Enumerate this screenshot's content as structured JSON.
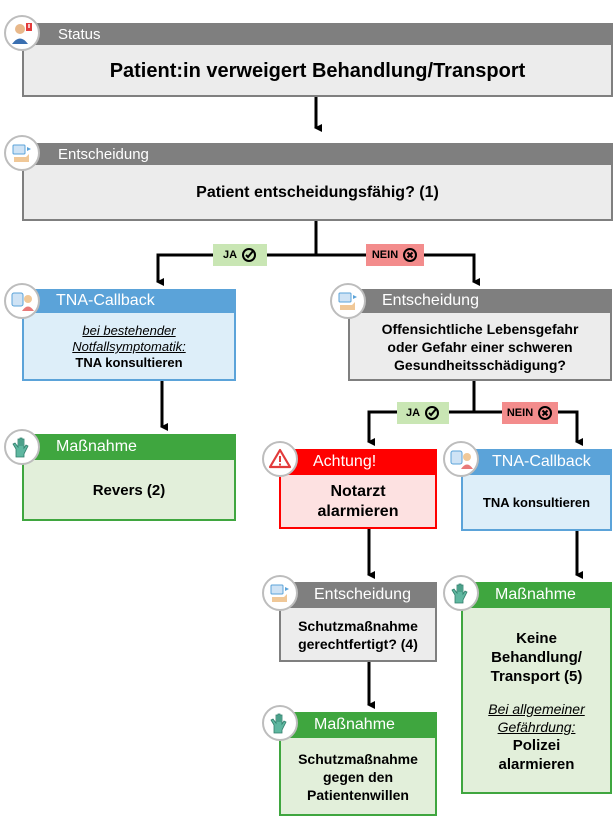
{
  "status": {
    "header": "Status",
    "text": "Patient:in verweigert Behandlung/Transport"
  },
  "decision1": {
    "header": "Entscheidung",
    "text": "Patient entscheidungsfähig? (1)"
  },
  "branch1": {
    "yes": "JA",
    "no": "NEIN"
  },
  "tna_left": {
    "header": "TNA-Callback",
    "note": "bei bestehender Notfallsymptomatik:",
    "text": "TNA konsultieren"
  },
  "measure_left": {
    "header": "Maßnahme",
    "text": "Revers (2)"
  },
  "decision2": {
    "header": "Entscheidung",
    "lines": [
      "Offensichtliche Lebensgefahr",
      "oder Gefahr einer schweren",
      "Gesundheitsschädigung?"
    ]
  },
  "branch2": {
    "yes": "JA",
    "no": "NEIN"
  },
  "attention": {
    "header": "Achtung!",
    "lines": [
      "Notarzt",
      "alarmieren"
    ]
  },
  "tna_right": {
    "header": "TNA-Callback",
    "text": "TNA konsultieren"
  },
  "decision3": {
    "header": "Entscheidung",
    "lines": [
      "Schutzmaßnahme",
      "gerechtfertigt? (4)"
    ]
  },
  "measure_mid": {
    "header": "Maßnahme",
    "lines": [
      "Schutzmaßnahme",
      "gegen den",
      "Patientenwillen"
    ]
  },
  "measure_right": {
    "header": "Maßnahme",
    "lines": [
      "Keine",
      "Behandlung/",
      "Transport (5)"
    ],
    "note": "Bei allgemeiner Gefährdung:",
    "lines2": [
      "Polizei",
      "alarmieren"
    ]
  },
  "colors": {
    "gray": "#7f7f7f",
    "blue": "#5ba3d9",
    "green": "#3fa63f",
    "red": "#ff0000"
  },
  "icons": [
    "person-alert-icon",
    "decision-icon",
    "phone-callback-icon",
    "gloves-icon",
    "warning-triangle-icon",
    "check-circle-icon",
    "cross-circle-icon"
  ]
}
